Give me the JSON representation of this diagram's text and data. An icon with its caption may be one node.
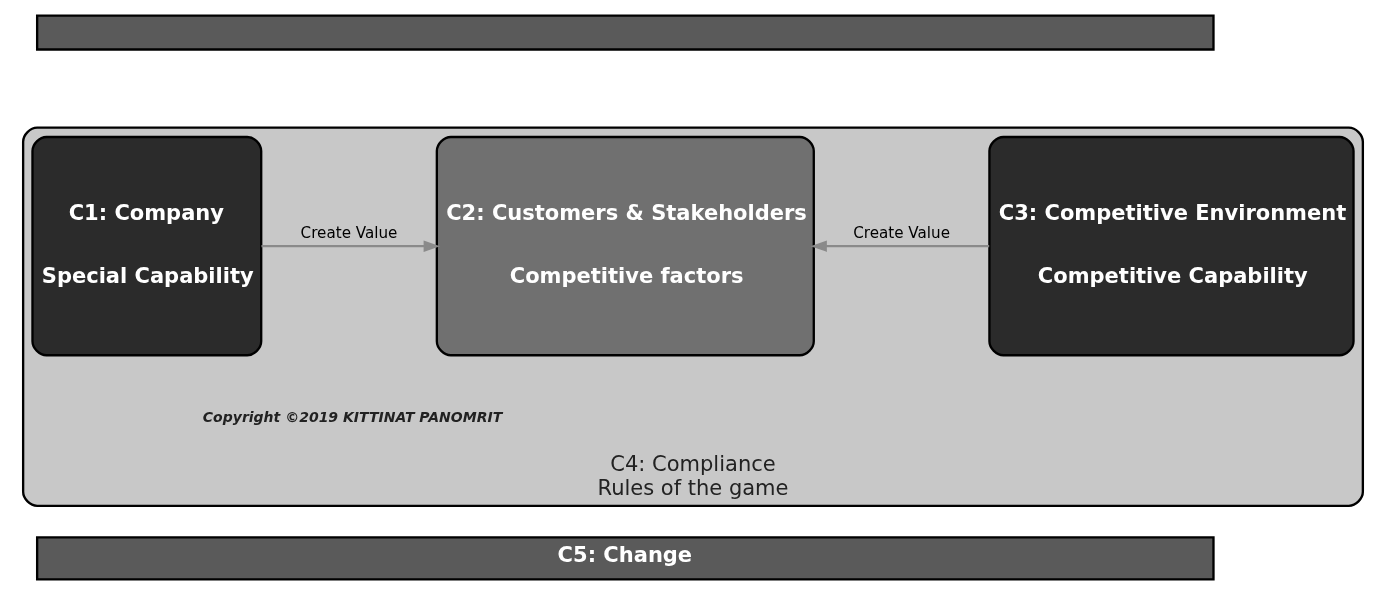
{
  "diagram": {
    "nodes": [
      {
        "text": [],
        "shape": "bar"
      },
      {
        "text": [
          "C4: Compliance",
          "Rules of the game"
        ]
      },
      {
        "text": [
          "C1: Company",
          "Special Capability"
        ],
        "in": 1
      },
      {
        "text": [
          "C2: Customers & Stakeholders",
          "Competitive factors"
        ],
        "in": 1
      },
      {
        "text": [
          "C3: Competitive Environment",
          "Competitive Capability"
        ],
        "in": 1
      },
      {
        "text": [
          "C5: Change"
        ]
      }
    ],
    "edges": [
      {
        "from": 2,
        "to": 3,
        "arrow": "to",
        "label": "Create Value"
      },
      {
        "from": 4,
        "to": 3,
        "arrow": "to",
        "label": "Create Value"
      }
    ],
    "labels": [
      "Copyright ©2019 KITTINAT PANOMRIT"
    ]
  }
}
